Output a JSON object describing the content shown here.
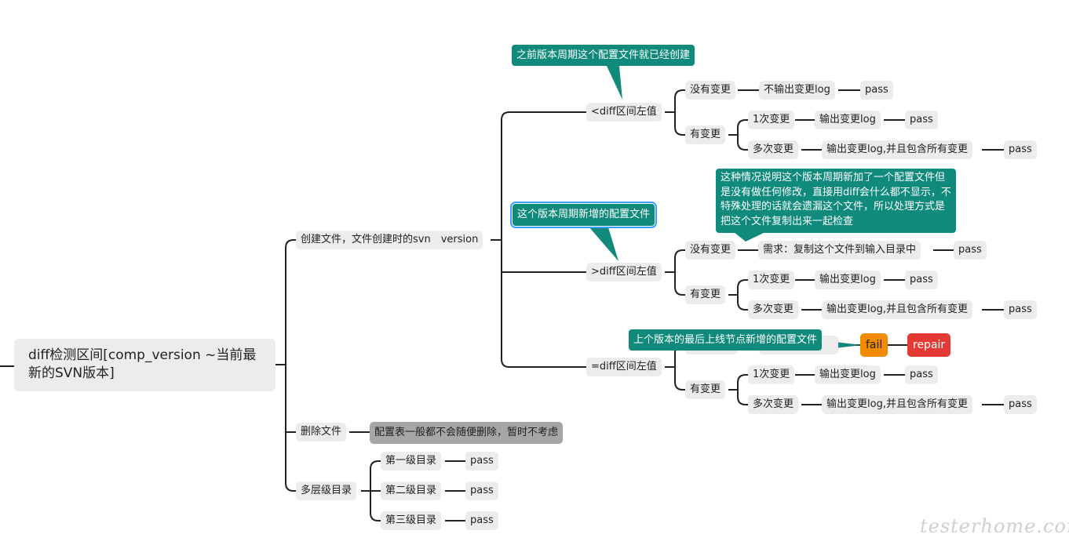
{
  "root": {
    "label": "diff检测区间[comp_version ~当前最新的SVN版本]"
  },
  "branches": {
    "create": {
      "label": "创建文件，文件创建时的svn　version",
      "lt": {
        "label": "<diff区间左值",
        "callout": "之前版本周期这个配置文件就已经创建",
        "no_change": {
          "label": "没有变更",
          "action": "不输出变更log",
          "result": "pass"
        },
        "changed": {
          "label": "有变更",
          "once": {
            "label": "1次变更",
            "action": "输出变更log",
            "result": "pass"
          },
          "multi": {
            "label": "多次变更",
            "action": "输出变更log,并且包含所有变更",
            "result": "pass"
          }
        }
      },
      "gt": {
        "label": ">diff区间左值",
        "callout": "这个版本周期新增的配置文件",
        "note": "这种情况说明这个版本周期新加了一个配置文件但是没有做任何修改，直接用diff会什么都不显示，不特殊处理的话就会遗漏这个文件，所以处理方式是把这个文件复制出来一起检查",
        "no_change": {
          "label": "没有变更",
          "action": "需求：复制这个文件到输入目录中",
          "result": "pass"
        },
        "changed": {
          "label": "有变更",
          "once": {
            "label": "1次变更",
            "action": "输出变更log",
            "result": "pass"
          },
          "multi": {
            "label": "多次变更",
            "action": "输出变更log,并且包含所有变更",
            "result": "pass"
          }
        }
      },
      "eq": {
        "label": "=diff区间左值",
        "callout": "上个版本的最后上线节点新增的配置文件",
        "fail": "fail",
        "repair": "repair",
        "changed": {
          "label": "有变更",
          "once": {
            "label": "1次变更",
            "action": "输出变更log",
            "result": "pass"
          },
          "multi": {
            "label": "多次变更",
            "action": "输出变更log,并且包含所有变更",
            "result": "pass"
          }
        }
      }
    },
    "delete": {
      "label": "删除文件",
      "note": "配置表一般都不会随便删除，暂时不考虑"
    },
    "multilevel": {
      "label": "多层级目录",
      "items": [
        {
          "label": "第一级目录",
          "result": "pass"
        },
        {
          "label": "第二级目录",
          "result": "pass"
        },
        {
          "label": "第三级目录",
          "result": "pass"
        }
      ]
    }
  },
  "watermark": "testerhome.com",
  "colors": {
    "callout": "#0f8a7b",
    "fail": "#f28b00",
    "repair": "#e53935",
    "node": "#ececec",
    "note": "#a6a6a6"
  }
}
